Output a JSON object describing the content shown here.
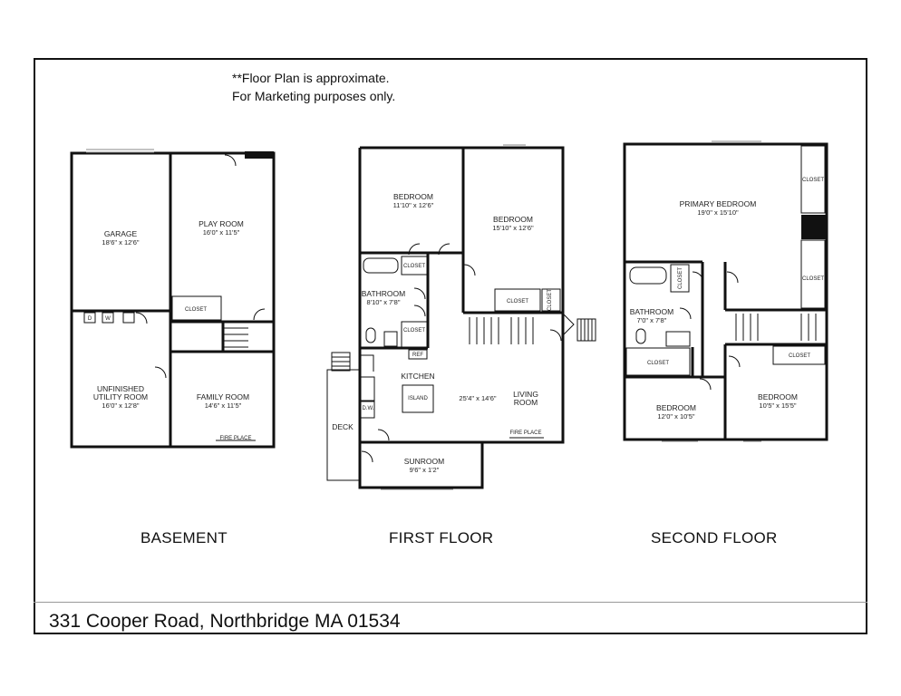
{
  "notes": {
    "line1": "**Floor Plan is approximate.",
    "line2": "For Marketing purposes only."
  },
  "floors": {
    "basement": {
      "label": "BASEMENT",
      "garage": {
        "name": "GARAGE",
        "dims": "18'6\" x 12'6\""
      },
      "play_room": {
        "name": "PLAY ROOM",
        "dims": "16'0\" x 11'5\""
      },
      "closet": "CLOSET",
      "utility_room": {
        "name1": "UNFINISHED",
        "name2": "UTILITY ROOM",
        "dims": "16'0\" x 12'8\""
      },
      "family_room": {
        "name": "FAMILY ROOM",
        "dims": "14'6\" x 11'5\""
      },
      "fireplace": "FIRE PLACE",
      "dryer": "D",
      "washer": "W"
    },
    "first": {
      "label": "FIRST FLOOR",
      "bedroom1": {
        "name": "BEDROOM",
        "dims": "11'10\" x 12'6\""
      },
      "bedroom2": {
        "name": "BEDROOM",
        "dims": "15'10\" x 12'6\""
      },
      "closet_a": "CLOSET",
      "closet_b": "CLOSET",
      "closet_c": "CLOSET",
      "closet_d": "CLOSET",
      "bathroom": {
        "name": "BATHROOM",
        "dims": "8'10\" x 7'8\""
      },
      "ref": "REF",
      "kitchen": "KITCHEN",
      "island": "ISLAND",
      "living_dims": "25'4\" x 14'6\"",
      "living_name1": "LIVING",
      "living_name2": "ROOM",
      "dw": "D.W.",
      "deck": "DECK",
      "fireplace": "FIRE PLACE",
      "sunroom": {
        "name": "SUNROOM",
        "dims": "9'6\" x 1'2\""
      }
    },
    "second": {
      "label": "SECOND FLOOR",
      "primary": {
        "name": "PRIMARY BEDROOM",
        "dims": "19'0\" x 15'10\""
      },
      "closet_a": "CLOSET",
      "closet_b": "CLOSET",
      "closet_c": "CLOSET",
      "closet_d": "CLOSET",
      "closet_e": "CLOSET",
      "bathroom": {
        "name": "BATHROOM",
        "dims": "7'0\" x 7'8\""
      },
      "bedroom1": {
        "name": "BEDROOM",
        "dims": "12'0\" x 10'5\""
      },
      "bedroom2": {
        "name": "BEDROOM",
        "dims": "10'5\" x 15'5\""
      }
    }
  },
  "address": "331 Cooper Road, Northbridge MA 01534"
}
